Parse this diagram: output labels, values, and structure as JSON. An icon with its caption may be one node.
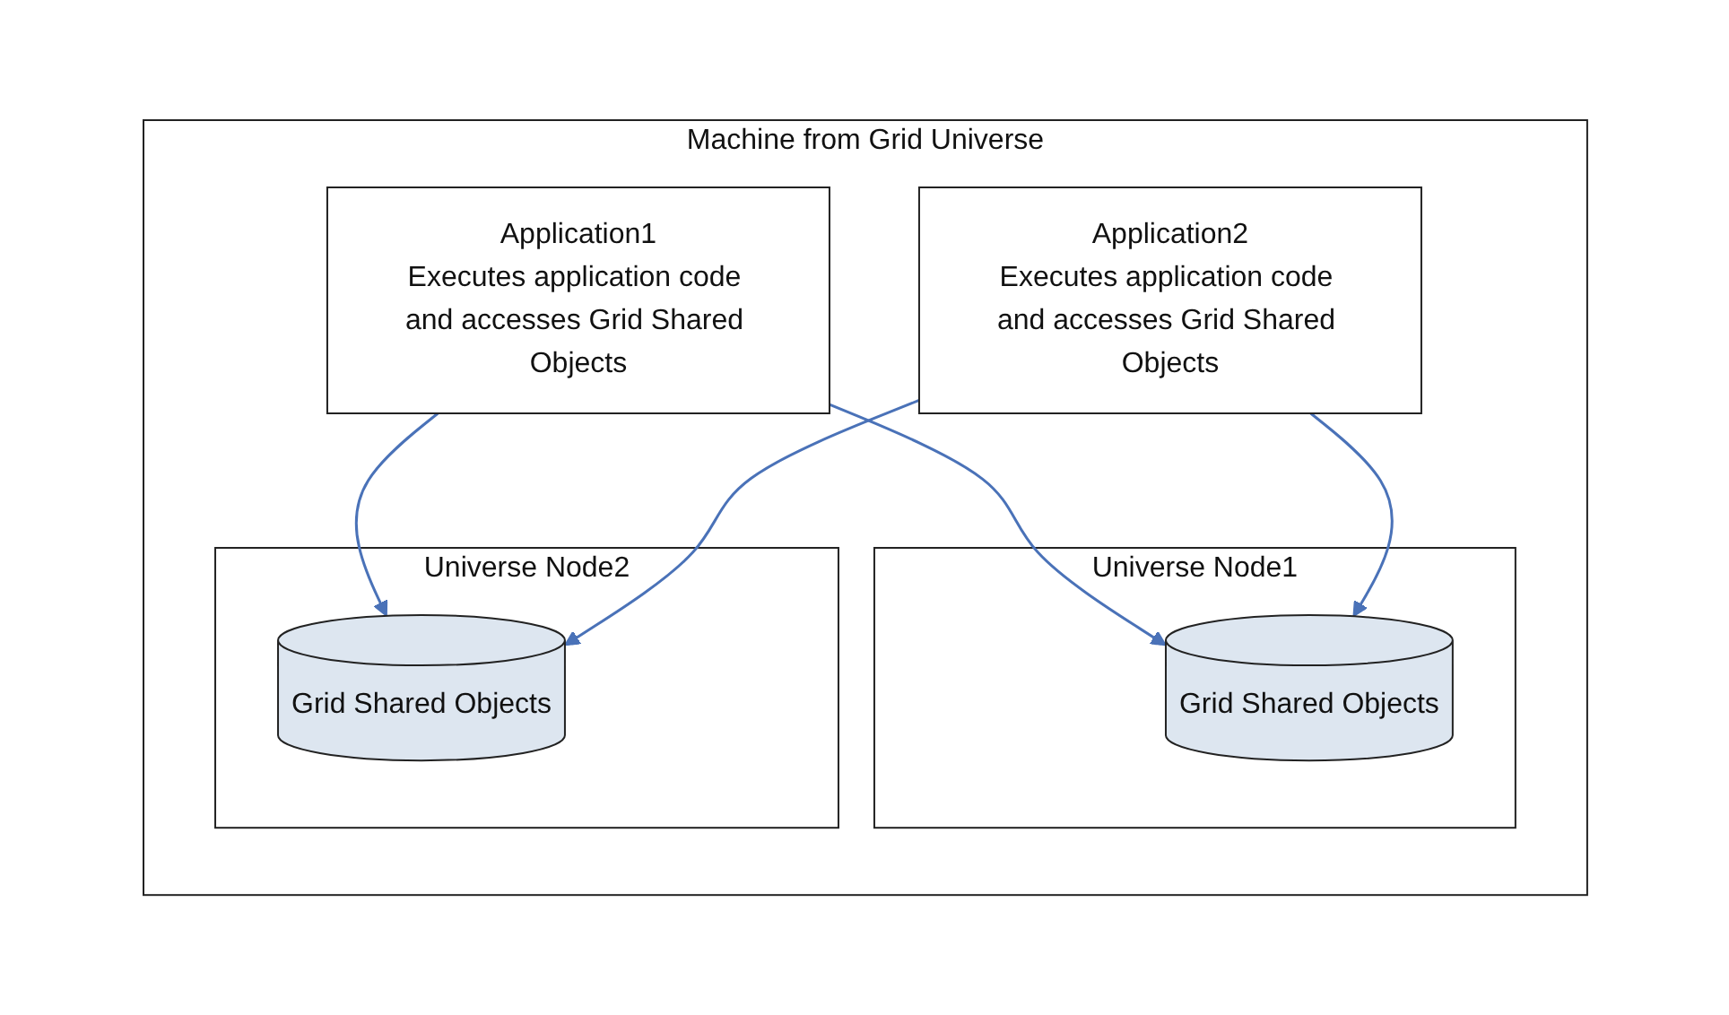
{
  "diagram": {
    "nodes": [
      {
        "text": [
          "Machine from Grid Universe"
        ]
      },
      {
        "text": [
          "Universe Node1"
        ],
        "in": 0
      },
      {
        "text": [
          "Grid Shared Objects"
        ],
        "in": 1
      },
      {
        "text": [
          "Universe Node2"
        ],
        "in": 0
      },
      {
        "text": [
          "Grid Shared Objects"
        ],
        "in": 3
      },
      {
        "text": [
          "Application1",
          "Executes application code and accesses Grid Shared Objects"
        ],
        "in": 0
      },
      {
        "text": [
          "Application2",
          "Executes application code and accesses Grid Shared Objects"
        ],
        "in": 0
      }
    ],
    "edges": [
      {
        "from": 5,
        "to": 2,
        "arrow": "to"
      },
      {
        "from": 5,
        "to": 4,
        "arrow": "to"
      },
      {
        "from": 6,
        "to": 2,
        "arrow": "to"
      },
      {
        "from": 6,
        "to": 4,
        "arrow": "to"
      }
    ]
  }
}
